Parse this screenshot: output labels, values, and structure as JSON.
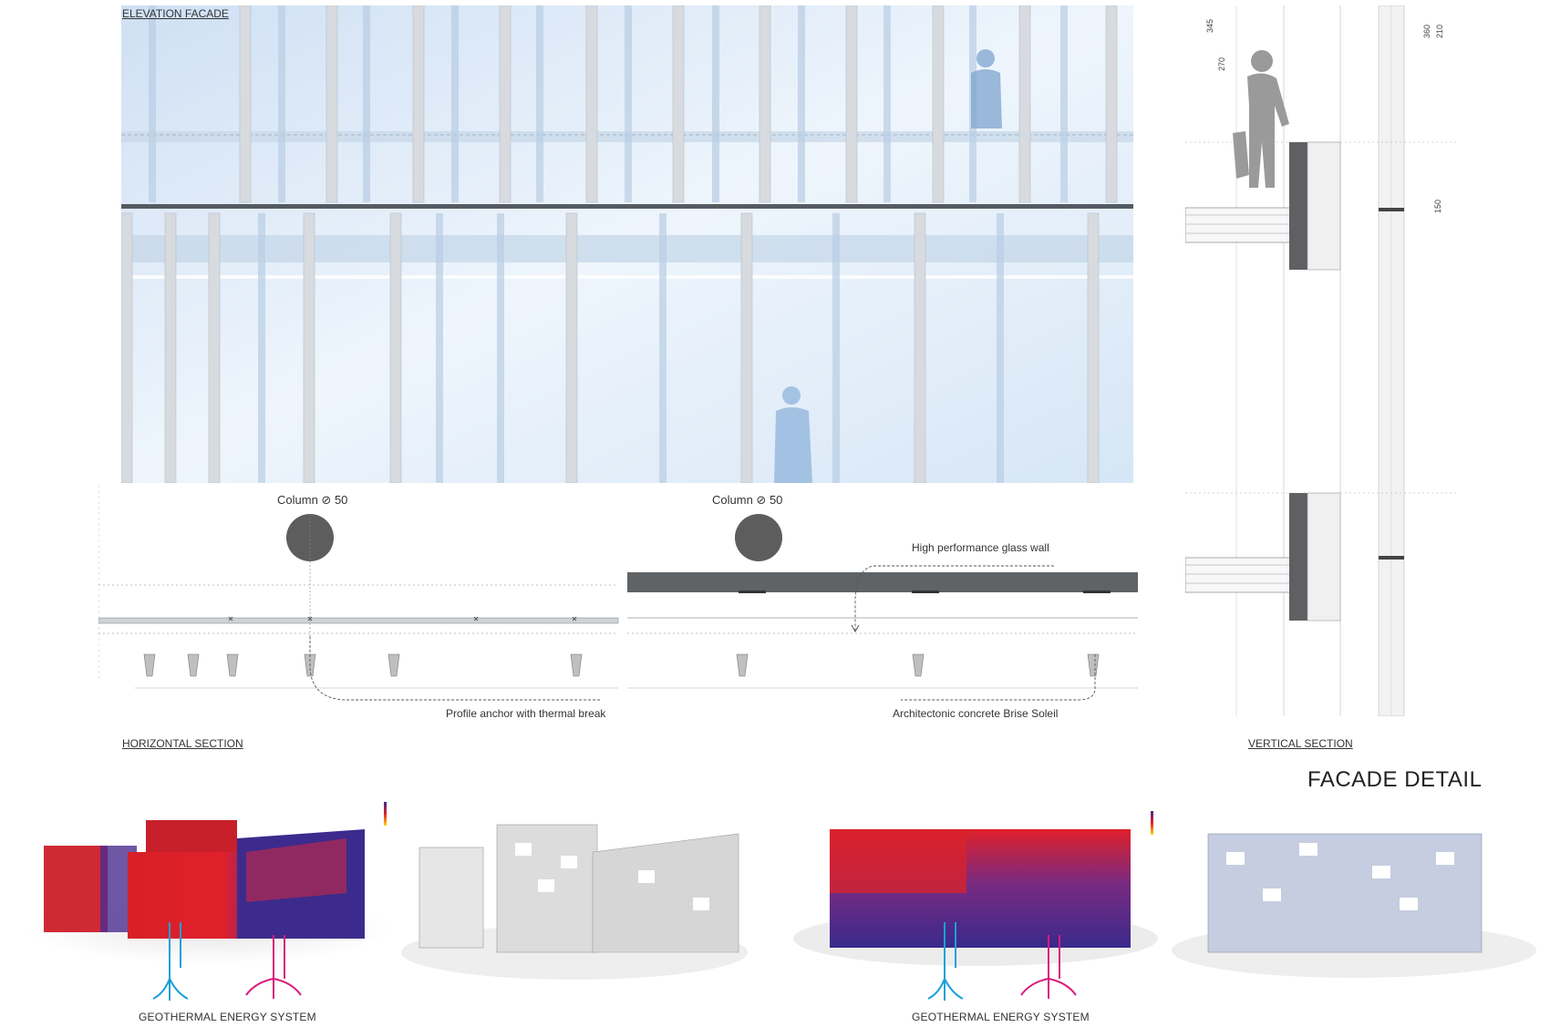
{
  "elevation": {
    "title": "ELEVATION FACADE"
  },
  "horizontal_section": {
    "title": "HORIZONTAL SECTION",
    "column_left": "Column",
    "column_left_size": "50",
    "column_right": "Column",
    "column_right_size": "50",
    "label_glass": "High performance  glass wall",
    "label_anchor": "Profile anchor with thermal break",
    "label_brise": "Architectonic concrete Brise Soleil"
  },
  "vertical_section": {
    "title": "VERTICAL SECTION",
    "dims": [
      "345",
      "270",
      "360",
      "210",
      "150"
    ]
  },
  "facade_detail": {
    "title": "FACADE DETAIL"
  },
  "energy": {
    "left_label": "GEOTHERMAL ENERGY SYSTEM",
    "right_label": "GEOTHERMAL ENERGY SYSTEM"
  },
  "colors": {
    "glass": "#dce9f7",
    "mullion": "#d4d8dc",
    "heat_red": "#e0202a",
    "heat_blue": "#3a2a8c",
    "cold_arrow": "#1aa0d8",
    "warm_arrow": "#d81b7a"
  }
}
